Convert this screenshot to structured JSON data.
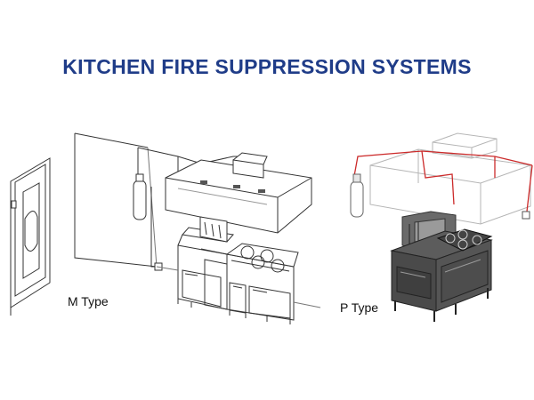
{
  "title": "KITCHEN FIRE SUPPRESSION SYSTEMS",
  "m_type": {
    "label": "M Type"
  },
  "p_type": {
    "label": "P Type"
  },
  "colors": {
    "title": "#1f3c88",
    "line": "#333333",
    "pipe": "#cc2b2b",
    "ghost": "#b5b5b5",
    "steel_dark": "#4a4a4a",
    "steel_mid": "#6a6a6a"
  }
}
